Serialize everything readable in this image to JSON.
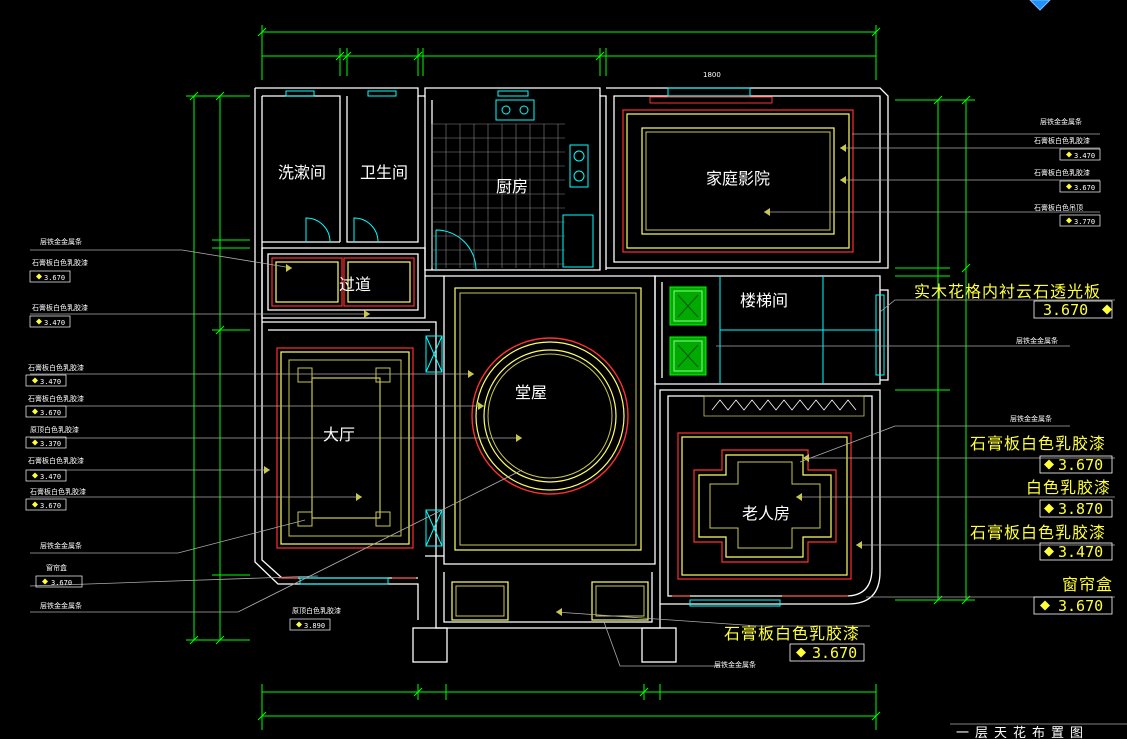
{
  "rooms": {
    "wash": "洗漱间",
    "toilet": "卫生间",
    "kitchen": "厨房",
    "theater": "家庭影院",
    "corridor": "过道",
    "stair": "楼梯间",
    "main_hall": "堂屋",
    "living": "大厅",
    "elder": "老人房"
  },
  "annotations_left": [
    {
      "label": "层铁金金属条",
      "value": ""
    },
    {
      "label": "石膏板白色乳胶漆",
      "value": "3.670"
    },
    {
      "label": "石膏板白色乳胶漆",
      "value": "3.470"
    },
    {
      "label": "石膏板白色乳胶漆",
      "value": "3.470"
    },
    {
      "label": "石膏板白色乳胶漆",
      "value": "3.670"
    },
    {
      "label": "原顶白色乳胶漆",
      "value": "3.370"
    },
    {
      "label": "石膏板白色乳胶漆",
      "value": "3.470"
    },
    {
      "label": "石膏板白色乳胶漆",
      "value": "3.670"
    },
    {
      "label": "层铁金金属条",
      "value": ""
    },
    {
      "label": "窗帘盒",
      "value": "3.670"
    },
    {
      "label": "层铁金金属条",
      "value": ""
    }
  ],
  "annotations_right_small": [
    {
      "label": "层铁金金属条",
      "value": ""
    },
    {
      "label": "石膏板白色乳胶漆",
      "value": "3.470"
    },
    {
      "label": "石膏板白色乳胶漆",
      "value": "3.670"
    },
    {
      "label": "石膏板白色吊顶",
      "value": "3.770"
    }
  ],
  "annotations_right_large": {
    "stair_label": "实木花格内衬云石透光板",
    "stair_value": "3.670",
    "stair_small": "层铁金金属条",
    "elder_small": "层铁金金属条",
    "elder1_label": "石膏板白色乳胶漆",
    "elder1_value": "3.670",
    "elder2_label": "白色乳胶漆",
    "elder2_value": "3.870",
    "elder3_label": "石膏板白色乳胶漆",
    "elder3_value": "3.470",
    "curtain_label": "窗帘盒",
    "curtain_value": "3.670"
  },
  "annotations_bottom": {
    "porch_small_label": "原顶白色乳胶漆",
    "porch_small_value": "3.890",
    "porch_label": "石膏板白色乳胶漆",
    "porch_value": "3.670",
    "porch_strip": "层铁金金属条"
  },
  "dimension_text": "1800",
  "drawing_title": "一层天花布置图",
  "colors": {
    "background": "#000000",
    "wall": "#ffffff",
    "dimension": "#00ff00",
    "cyan": "#00ffff",
    "ceiling_yellow": "#ffff66",
    "ceiling_red": "#ff3030",
    "ceiling_olive": "#c8c850",
    "annotation_yellow": "#ffff3a"
  }
}
